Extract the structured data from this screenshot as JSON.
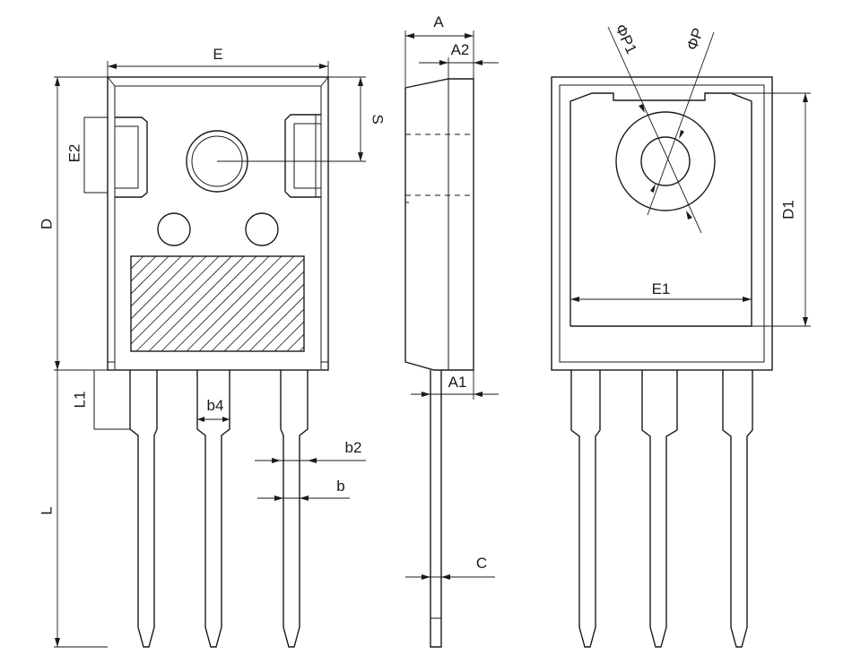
{
  "labels": {
    "A": "A",
    "A1": "A1",
    "A2": "A2",
    "b": "b",
    "b2": "b2",
    "b4": "b4",
    "C": "C",
    "D": "D",
    "D1": "D1",
    "E": "E",
    "E1": "E1",
    "E2": "E2",
    "L": "L",
    "L1": "L1",
    "S": "S",
    "phiP": "ΦP",
    "phiP1": "ΦP1"
  }
}
